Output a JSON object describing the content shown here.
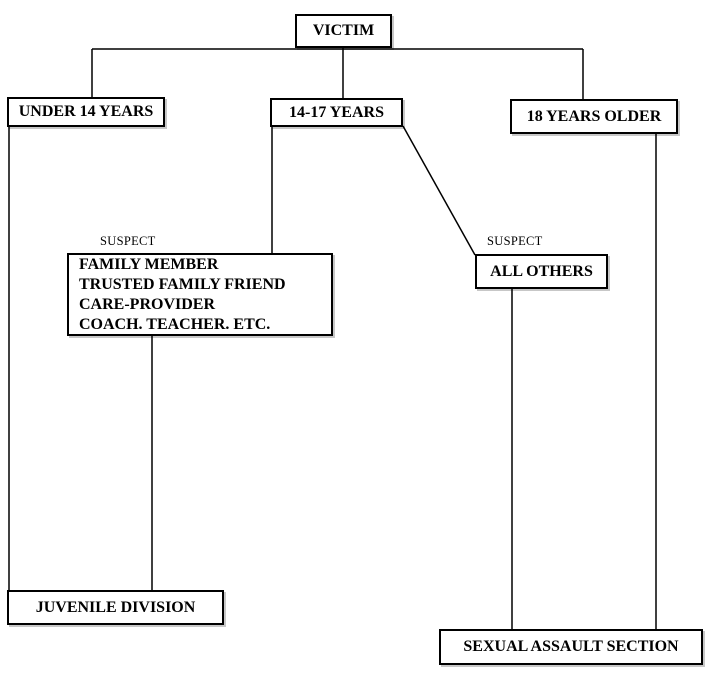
{
  "diagram": {
    "nodes": {
      "victim": {
        "label": "VICTIM"
      },
      "under_14_years": {
        "label": "UNDER 14 YEARS"
      },
      "years_14_17": {
        "label": "14-17 YEARS"
      },
      "years_18_older": {
        "label": "18 YEARS OLDER"
      },
      "suspect_label_left": "SUSPECT",
      "suspect_label_right": "SUSPECT",
      "family_suspects": {
        "lines": [
          "FAMILY MEMBER",
          "TRUSTED FAMILY FRIEND",
          "CARE-PROVIDER",
          "COACH. TEACHER. ETC."
        ]
      },
      "all_others": {
        "label": "ALL OTHERS"
      },
      "juvenile_division": {
        "label": "JUVENILE DIVISION"
      },
      "sexual_assault_section": {
        "label": "SEXUAL ASSAULT SECTION"
      }
    },
    "colors": {
      "line": "#000000",
      "box_border": "#000000",
      "box_background": "#ffffff",
      "text": "#000000",
      "page_background": "#ffffff"
    }
  }
}
